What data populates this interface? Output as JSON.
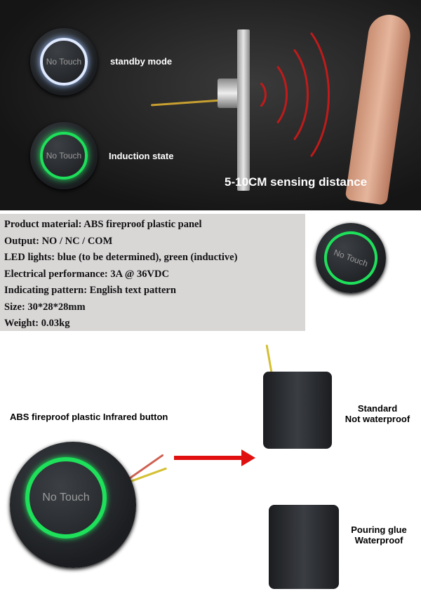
{
  "banner": {
    "standby_button_text": "No Touch",
    "standby_label": "standby mode",
    "induction_button_text": "No Touch",
    "induction_label": "Induction state",
    "distance_label": "5-10CM sensing distance"
  },
  "specs": [
    "Product material: ABS fireproof plastic panel",
    "Output: NO / NC / COM",
    "LED lights: blue (to be determined), green (inductive)",
    "Electrical performance: 3A @ 36VDC",
    "Indicating pattern: English text pattern",
    "Size: 30*28*28mm",
    "Weight: 0.03kg"
  ],
  "product_button_text": "No Touch",
  "main_caption": "ABS fireproof plastic Infrared button",
  "main_button_text": "No Touch",
  "standard": {
    "line1": "Standard",
    "line2": "Not waterproof"
  },
  "waterproof": {
    "line1": "Pouring glue",
    "line2": "Waterproof"
  },
  "colors": {
    "blue_led": "#cfe0ff",
    "green_led": "#1ee05a",
    "arrow": "#e01010"
  }
}
